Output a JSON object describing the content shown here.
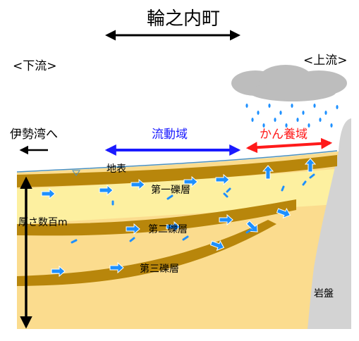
{
  "title": "輪之内町",
  "downstream_label": "<下流>",
  "upstream_label": "<上流>",
  "toward_bay_label": "伊勢湾へ",
  "flow_zone_label": "流動域",
  "recharge_zone_label": "かん養域",
  "surface_label": "地表",
  "gravel_layers": [
    "第一礫層",
    "第二礫層",
    "第三礫層"
  ],
  "thickness_label": "厚さ数百m",
  "bedrock_label": "岩盤",
  "colors": {
    "sand": "#fbdc8e",
    "light_sand": "#fdf0a0",
    "gravel": "#b8860b",
    "bedrock": "#d3d3d3",
    "cloud": "#bdbdbd",
    "rain": "#1e90ff",
    "flow_arrow": "#1e90ff",
    "flow_zone": "#1a1aff",
    "recharge_zone": "#ff1a1a"
  }
}
